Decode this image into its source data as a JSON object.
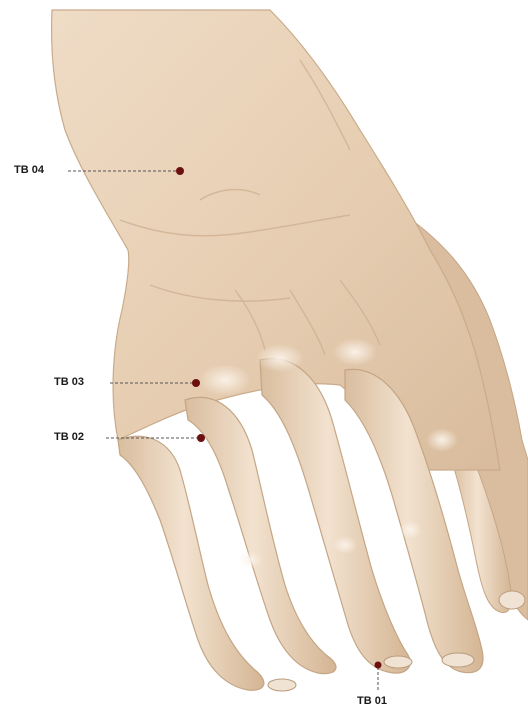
{
  "figure": {
    "subject": "hand-dorsal-view",
    "points": [
      {
        "id": "tb04",
        "label": "TB 04"
      },
      {
        "id": "tb03",
        "label": "TB 03"
      },
      {
        "id": "tb02",
        "label": "TB 02"
      },
      {
        "id": "tb01",
        "label": "TB 01"
      }
    ],
    "colors": {
      "skin": "#e9d2b8",
      "skin_shadow": "#cdb091",
      "skin_highlight": "#f7ebdd",
      "marker": "#6b0f0f",
      "leader_line": "#555555"
    }
  }
}
